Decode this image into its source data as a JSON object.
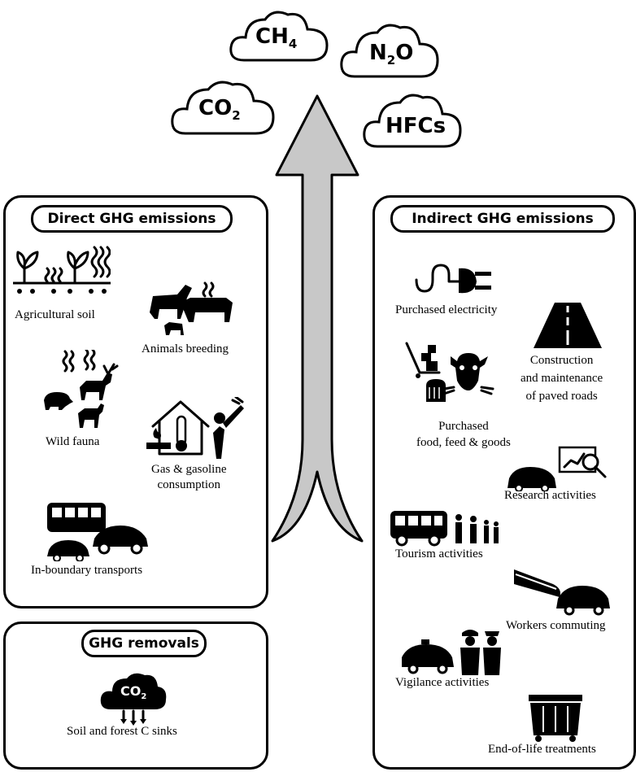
{
  "gases": [
    {
      "id": "ch4",
      "label": "CH",
      "sub": "4",
      "tail": ""
    },
    {
      "id": "n2o",
      "label": "N",
      "sub": "2",
      "tail": "O"
    },
    {
      "id": "co2",
      "label": "CO",
      "sub": "2",
      "tail": ""
    },
    {
      "id": "hfcs",
      "label": "HFCs",
      "sub": "",
      "tail": ""
    }
  ],
  "direct": {
    "title": "Direct GHG emissions",
    "items": [
      "Agricultural soil",
      "Animals breeding",
      "Wild fauna",
      "Gas & gasoline",
      "consumption",
      "In-boundary transports"
    ]
  },
  "removals": {
    "title": "GHG removals",
    "icon_text": "CO",
    "icon_sub": "2",
    "item": "Soil and forest C sinks"
  },
  "indirect": {
    "title": "Indirect GHG emissions",
    "items": [
      "Purchased electricity",
      "Construction",
      "and maintenance",
      "of paved roads",
      "Purchased",
      "food, feed & goods",
      "Research activities",
      "Tourism activities",
      "Workers commuting",
      "Vigilance activities",
      "End-of-life treatments"
    ]
  },
  "colors": {
    "arrow_fill": "#c8c8c8",
    "stroke": "#000000"
  }
}
